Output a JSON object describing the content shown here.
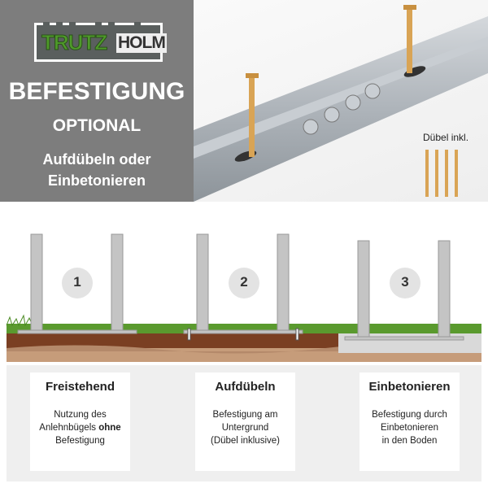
{
  "logo": {
    "part1": "TRUTZ",
    "part2": "HOLM"
  },
  "header": {
    "title": "BEFESTIGUNG",
    "subtitle": "OPTIONAL",
    "line1": "Aufdübeln oder",
    "line2": "Einbetonieren"
  },
  "photo": {
    "dubel_label": "Dübel inkl."
  },
  "steps": [
    {
      "number": "1",
      "title": "Freistehend",
      "desc_line1": "Nutzung des",
      "desc_line2a": "Anlehnbügels ",
      "desc_line2b": "ohne",
      "desc_line3": "Befestigung"
    },
    {
      "number": "2",
      "title": "Aufdübeln",
      "desc_line1": "Befestigung am",
      "desc_line2": "Untergrund",
      "desc_line3": "(Dübel inklusive)"
    },
    {
      "number": "3",
      "title": "Einbetonieren",
      "desc_line1": "Befestigung durch",
      "desc_line2": "Einbetonieren",
      "desc_line3": "in den Boden"
    }
  ],
  "colors": {
    "panel": "#7d7d7d",
    "brand_green": "#4e9a2a",
    "soil": "#7a3f22",
    "grass": "#5a9a2e"
  }
}
